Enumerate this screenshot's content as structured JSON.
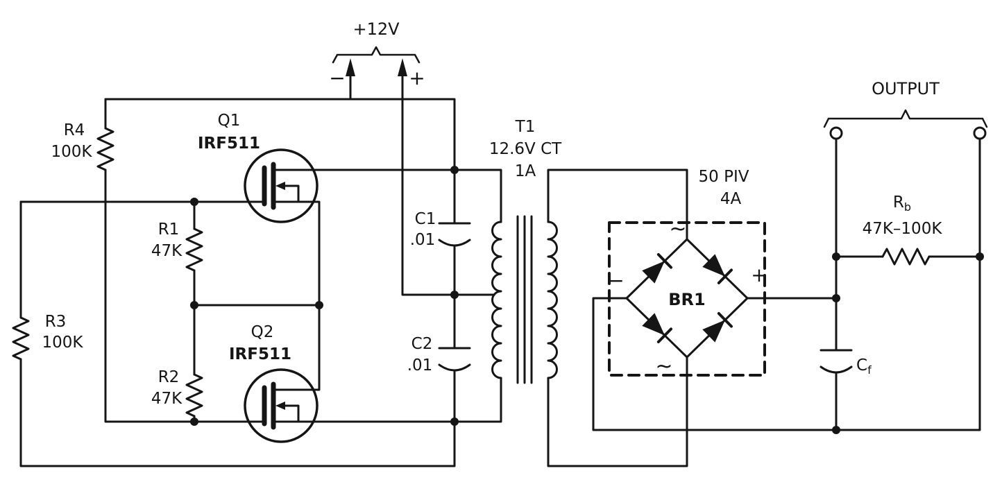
{
  "figure": {
    "type": "circuit-schematic",
    "ink": "#151515",
    "background": "#ffffff"
  },
  "supply": {
    "label": "+12V",
    "minus": "−",
    "plus": "+"
  },
  "q1": {
    "ref": "Q1",
    "part": "IRF511"
  },
  "q2": {
    "ref": "Q2",
    "part": "IRF511"
  },
  "r1": {
    "ref": "R1",
    "value": "47K"
  },
  "r2": {
    "ref": "R2",
    "value": "47K"
  },
  "r3": {
    "ref": "R3",
    "value": "100K"
  },
  "r4": {
    "ref": "R4",
    "value": "100K"
  },
  "rb": {
    "ref": "R",
    "sub": "b",
    "value": "47K–100K"
  },
  "c1": {
    "ref": "C1",
    "value": ".01"
  },
  "c2": {
    "ref": "C2",
    "value": ".01"
  },
  "cf": {
    "ref": "C",
    "sub": "f"
  },
  "t1": {
    "ref": "T1",
    "secondary": "12.6V CT",
    "current": "1A"
  },
  "br1": {
    "ref": "BR1",
    "piv": "50 PIV",
    "current": "4A",
    "ac_top": "~",
    "ac_bottom": "~",
    "minus": "−",
    "plus": "+"
  },
  "output": {
    "label": "OUTPUT"
  }
}
